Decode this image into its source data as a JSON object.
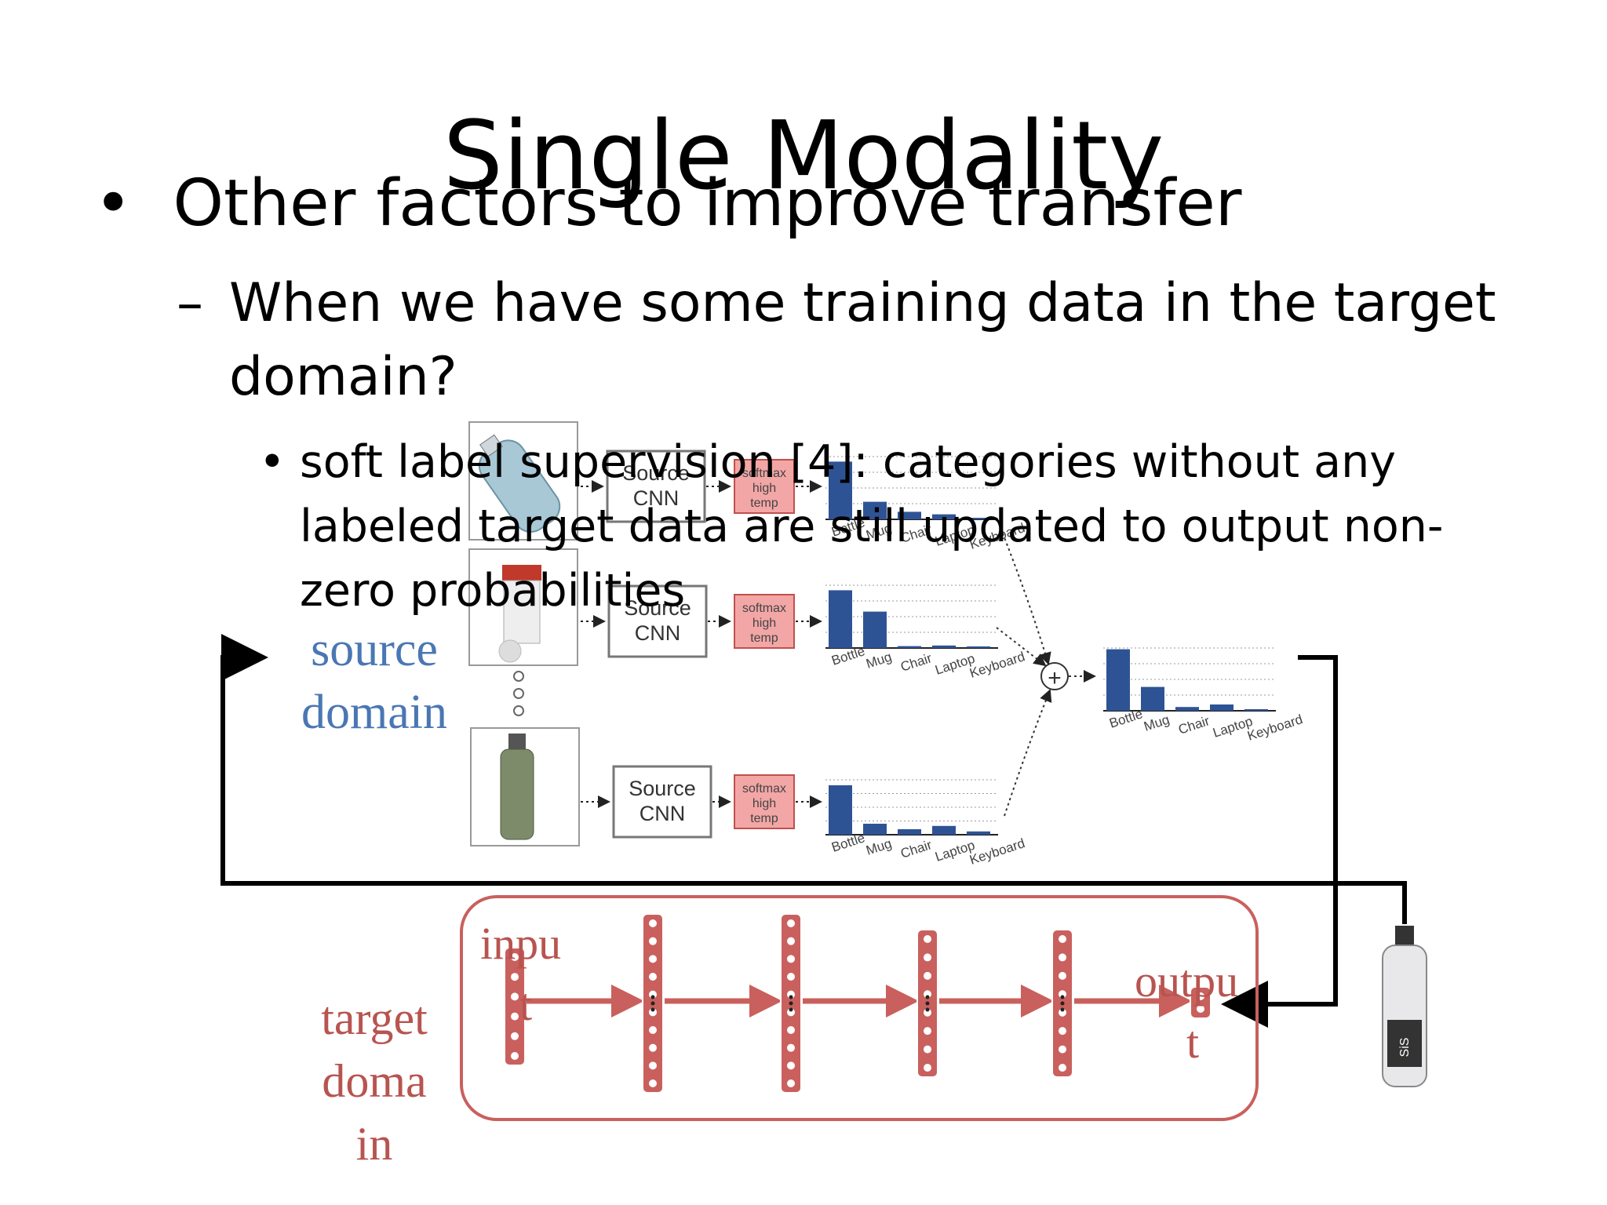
{
  "slide": {
    "title": "Single Modality",
    "bullet1": "Other factors to improve transfer",
    "bullet2_marker": "–",
    "bullet2": "When we have some training data in the target domain?",
    "bullet3_marker": "•",
    "bullet1_marker": "•",
    "bullet3": "soft label supervision [4]: categories without any labeled target data are still updated to output non-zero probabilities"
  },
  "diagram": {
    "source_domain_label": [
      "source",
      "domain"
    ],
    "target_domain_label": [
      "target",
      "doma",
      "in"
    ],
    "input_label": [
      "inpu",
      "t"
    ],
    "output_label": [
      "outpu",
      "t"
    ],
    "source_cnn_label": [
      "Source",
      "CNN"
    ],
    "softmax_label": [
      "softmax",
      "high",
      "temp"
    ],
    "categories": [
      "Bottle",
      "Mug",
      "Chair",
      "Laptop",
      "Keyboard"
    ],
    "plus_symbol": "+",
    "histograms": [
      {
        "values": [
          0.92,
          0.28,
          0.12,
          0.08,
          0.0
        ]
      },
      {
        "values": [
          0.92,
          0.58,
          0.03,
          0.04,
          0.02
        ]
      },
      {
        "values": [
          0.9,
          0.2,
          0.1,
          0.16,
          0.06
        ]
      },
      {
        "values": [
          0.98,
          0.38,
          0.06,
          0.1,
          0.02
        ]
      }
    ],
    "colors": {
      "bar": "#2e5395",
      "softmax_fill": "#f3a6a6",
      "softmax_stroke": "#c0504d",
      "network": "#c9605d",
      "source_text": "#4a77b4",
      "target_text": "#b85450"
    }
  }
}
